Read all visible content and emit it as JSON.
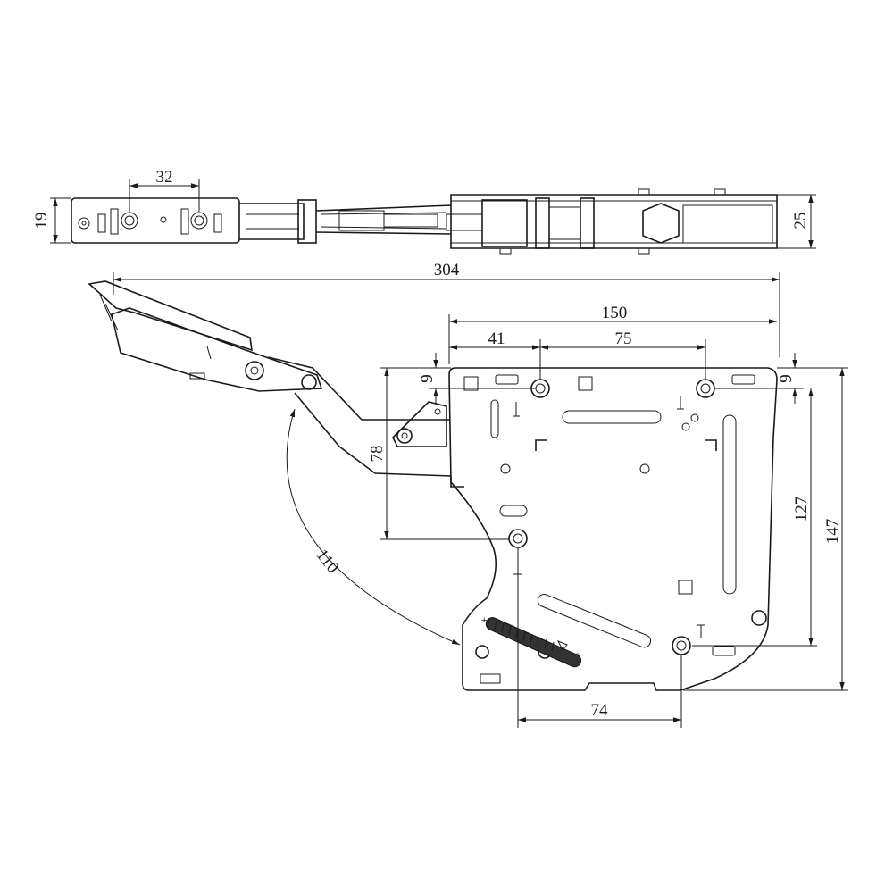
{
  "drawing": {
    "top_view": {
      "dim_hole_spacing": "32",
      "dim_width_left": "19",
      "dim_width_right": "25"
    },
    "side_view": {
      "dim_overall_length": "304",
      "dim_plate_width": "150",
      "dim_hole_offset": "41",
      "dim_hole_spacing_top": "75",
      "dim_top_offset_left": "9",
      "dim_top_offset_right": "9",
      "dim_pivot_height": "78",
      "dim_hole_height": "127",
      "dim_plate_height": "147",
      "dim_opening_radius": "110",
      "dim_hole_spacing_bottom": "74",
      "scale_plus": "+",
      "scale_minus": "-"
    }
  }
}
